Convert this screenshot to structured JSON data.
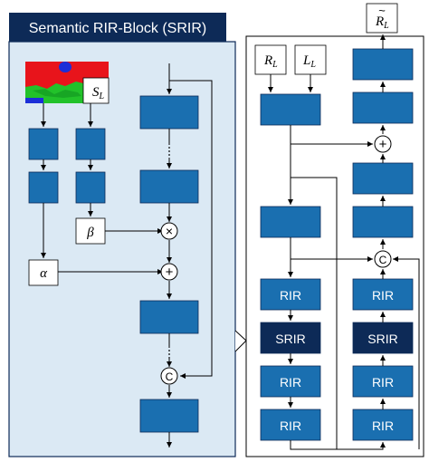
{
  "panel": {
    "title": "Semantic RIR-Block (SRIR)"
  },
  "semantic_input": {
    "label": "S_L",
    "label_main": "S",
    "label_sub": "L"
  },
  "params": {
    "beta": "β",
    "alpha": "α"
  },
  "inputs": {
    "rl_main": "R",
    "rl_sub": "L",
    "ll_main": "L",
    "ll_sub": "L"
  },
  "output": {
    "main": "R",
    "tilde": "~",
    "sub": "L"
  },
  "ops": {
    "multiply": "×",
    "add": "+",
    "concat": "C"
  },
  "blocks": {
    "rir": "RIR",
    "srir": "SRIR"
  },
  "colors": {
    "block": "#1a6fb0",
    "block_dark": "#0d2a57",
    "panel_bg": "#dbe9f4",
    "title_bg": "#0d2a57",
    "title_text": "#ffffff"
  }
}
